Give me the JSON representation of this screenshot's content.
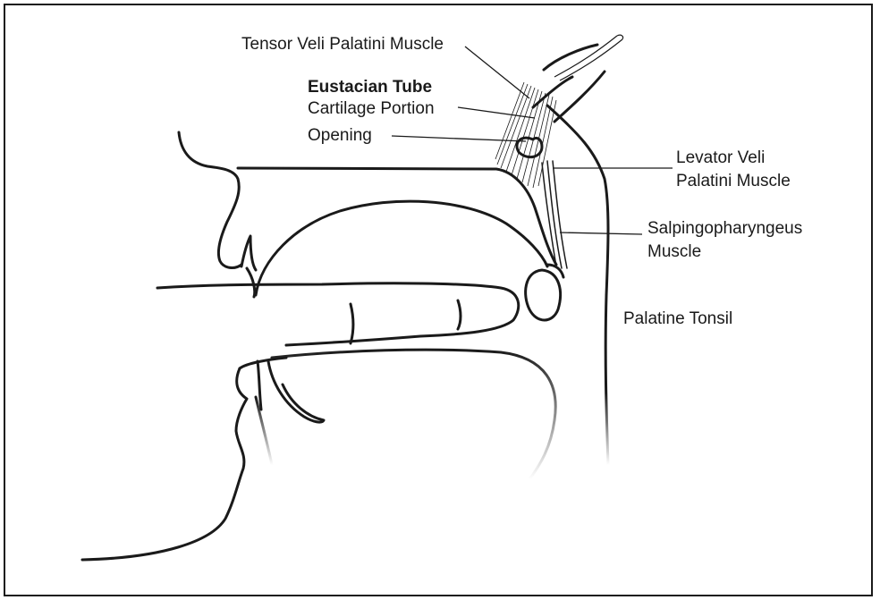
{
  "labels": {
    "tensor": "Tensor Veli Palatini Muscle",
    "eustachian_title": "Eustacian Tube",
    "cartilage": "Cartilage Portion",
    "opening": "Opening",
    "levator_line1": "Levator Veli",
    "levator_line2": "Palatini Muscle",
    "salping_line1": "Salpingopharyngeus",
    "salping_line2": "Muscle",
    "tonsil": "Palatine Tonsil"
  }
}
